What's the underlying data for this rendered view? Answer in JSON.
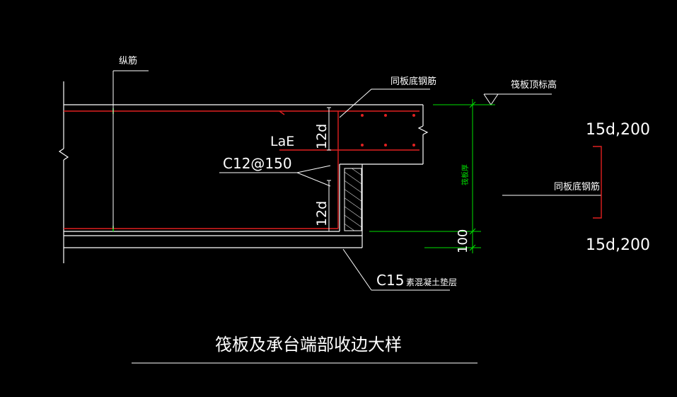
{
  "labels": {
    "longitudinal_bar": "纵筋",
    "same_bottom_bar_top": "同板底钢筋",
    "raft_top_level": "筏板顶标高",
    "lae": "LaE",
    "dim_12d_upper": "12d",
    "dim_12d_lower": "12d",
    "rebar_spec": "C12@150",
    "raft_thickness": "筏板厚",
    "dim_100": "100",
    "cushion": "C15",
    "cushion_desc": "素混凝土垫层",
    "legend_top": "15d,200",
    "legend_bottom": "15d,200",
    "legend_middle": "同板底钢筋",
    "drawing_title": "筏板及承台端部收边大样"
  },
  "colors": {
    "line": "#ffffff",
    "rebar": "#e02020",
    "dimension": "#00e000",
    "background": "#000000"
  }
}
